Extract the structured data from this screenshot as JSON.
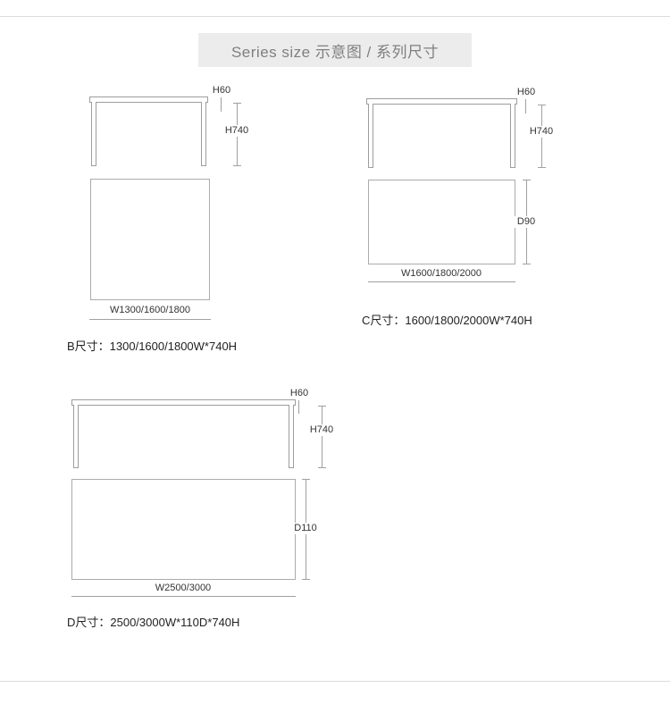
{
  "header": {
    "title": "Series size 示意图 / 系列尺寸"
  },
  "diagrams": {
    "b": {
      "top_thickness_label": "H60",
      "height_label": "H740",
      "width_label": "W1300/1600/1800",
      "caption": "B尺寸：1300/1600/1800W*740H"
    },
    "c": {
      "top_thickness_label": "H60",
      "height_label": "H740",
      "depth_label": "D90",
      "width_label": "W1600/1800/2000",
      "caption": "C尺寸：1600/1800/2000W*740H"
    },
    "d": {
      "top_thickness_label": "H60",
      "height_label": "H740",
      "depth_label": "D110",
      "width_label": "W2500/3000",
      "caption": "D尺寸：2500/3000W*110D*740H"
    }
  },
  "colors": {
    "outline": "#9d9d9d",
    "dimension_line": "#a0a0a0",
    "divider": "#dcdcdc",
    "header_bg": "#ececec",
    "header_text": "#7f7f7f",
    "text": "#333333"
  }
}
